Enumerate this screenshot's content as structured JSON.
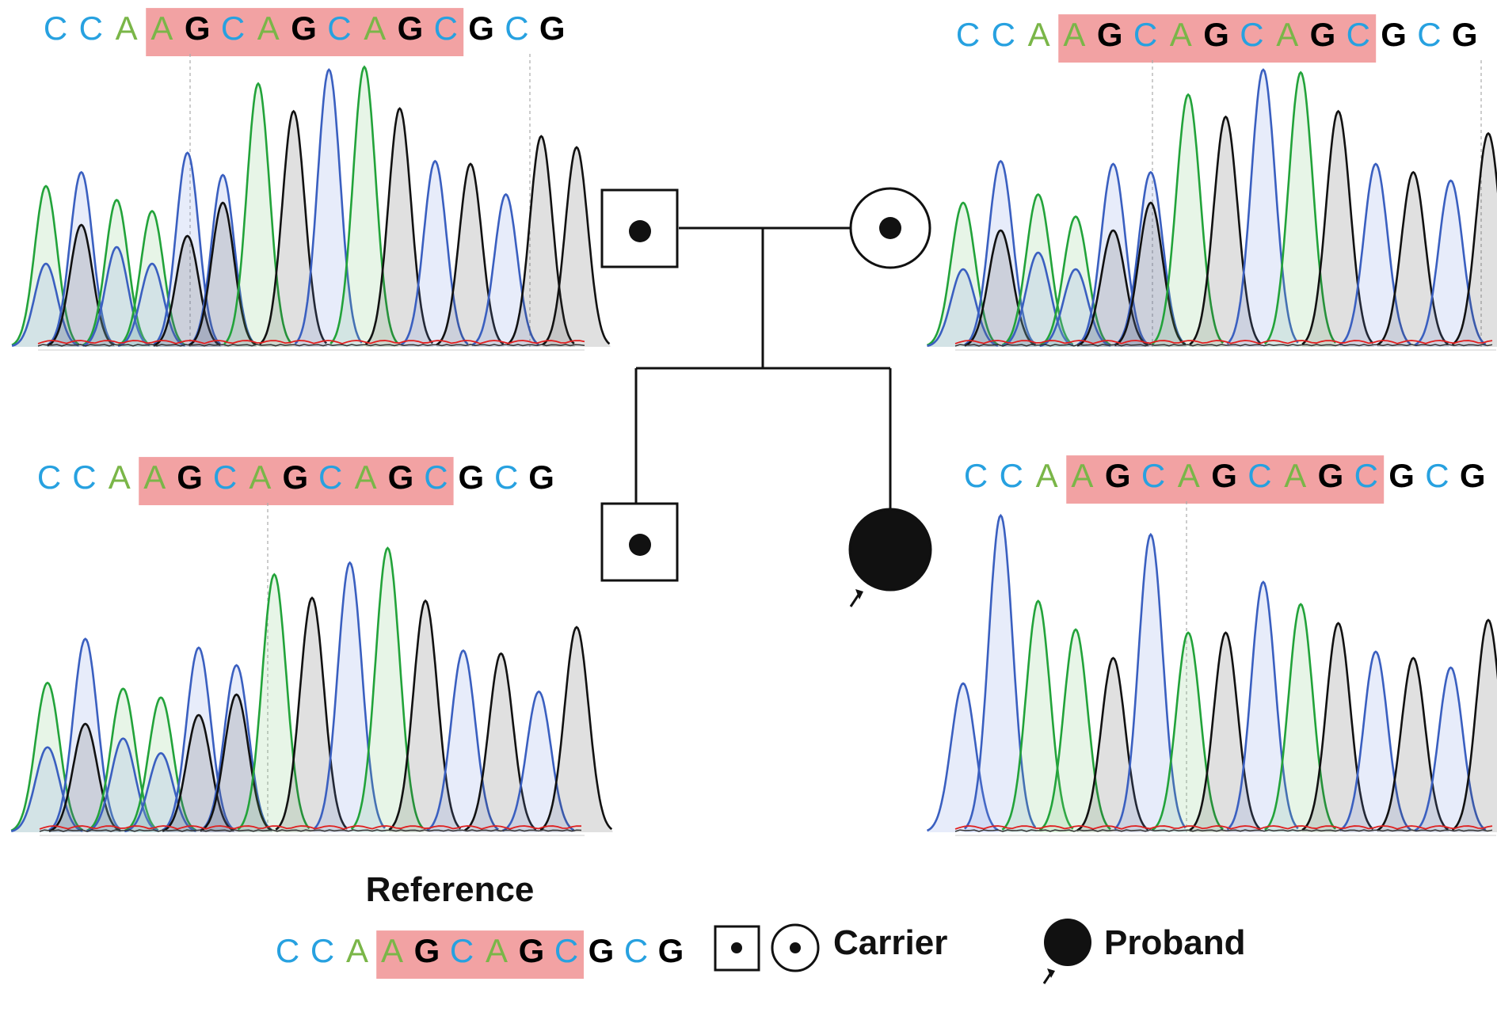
{
  "colors": {
    "A": "#7ab648",
    "C": "#27a1e0",
    "G": "#000000",
    "highlight": "#f2a2a3",
    "trace_green": "#22a33a",
    "trace_blue": "#3a5fc0",
    "trace_black": "#111111",
    "trace_red": "#e02020"
  },
  "panels": [
    {
      "id": "father",
      "sequence": [
        "C",
        "C",
        "A",
        "A",
        "G",
        "C",
        "A",
        "G",
        "C",
        "A",
        "G",
        "C",
        "G",
        "C",
        "G"
      ],
      "highlight_range": [
        3,
        11
      ],
      "peaks": [
        {
          "base": "A",
          "h": 0.58,
          "sec": 0.3
        },
        {
          "base": "C",
          "h": 0.63,
          "sec": 0.44
        },
        {
          "base": "A",
          "h": 0.53,
          "sec": 0.36
        },
        {
          "base": "A",
          "h": 0.49,
          "sec": 0.3
        },
        {
          "base": "C",
          "h": 0.7,
          "sec": 0.4
        },
        {
          "base": "C",
          "h": 0.62,
          "sec": 0.52
        },
        {
          "base": "A",
          "h": 0.95,
          "sec": 0
        },
        {
          "base": "G",
          "h": 0.85,
          "sec": 0
        },
        {
          "base": "C",
          "h": 1.0,
          "sec": 0
        },
        {
          "base": "A",
          "h": 1.01,
          "sec": 0
        },
        {
          "base": "G",
          "h": 0.86,
          "sec": 0
        },
        {
          "base": "C",
          "h": 0.67,
          "sec": 0
        },
        {
          "base": "G",
          "h": 0.66,
          "sec": 0
        },
        {
          "base": "C",
          "h": 0.55,
          "sec": 0
        },
        {
          "base": "G",
          "h": 0.76,
          "sec": 0
        },
        {
          "base": "G",
          "h": 0.72,
          "sec": 0
        }
      ]
    },
    {
      "id": "mother",
      "sequence": [
        "C",
        "C",
        "A",
        "A",
        "G",
        "C",
        "A",
        "G",
        "C",
        "A",
        "G",
        "C",
        "G",
        "C",
        "G"
      ],
      "highlight_range": [
        3,
        11
      ],
      "peaks": [
        {
          "base": "A",
          "h": 0.52,
          "sec": 0.28
        },
        {
          "base": "C",
          "h": 0.67,
          "sec": 0.42
        },
        {
          "base": "A",
          "h": 0.55,
          "sec": 0.34
        },
        {
          "base": "A",
          "h": 0.47,
          "sec": 0.28
        },
        {
          "base": "C",
          "h": 0.66,
          "sec": 0.42
        },
        {
          "base": "C",
          "h": 0.63,
          "sec": 0.52
        },
        {
          "base": "A",
          "h": 0.91,
          "sec": 0
        },
        {
          "base": "G",
          "h": 0.83,
          "sec": 0
        },
        {
          "base": "C",
          "h": 1.0,
          "sec": 0
        },
        {
          "base": "A",
          "h": 0.99,
          "sec": 0
        },
        {
          "base": "G",
          "h": 0.85,
          "sec": 0
        },
        {
          "base": "C",
          "h": 0.66,
          "sec": 0
        },
        {
          "base": "G",
          "h": 0.63,
          "sec": 0
        },
        {
          "base": "C",
          "h": 0.6,
          "sec": 0
        },
        {
          "base": "G",
          "h": 0.77,
          "sec": 0
        }
      ]
    },
    {
      "id": "brother",
      "sequence": [
        "C",
        "C",
        "A",
        "A",
        "G",
        "C",
        "A",
        "G",
        "C",
        "A",
        "G",
        "C",
        "G",
        "C",
        "G"
      ],
      "highlight_range": [
        3,
        11
      ],
      "peaks": [
        {
          "base": "A",
          "h": 0.51,
          "sec": 0.29
        },
        {
          "base": "C",
          "h": 0.66,
          "sec": 0.37
        },
        {
          "base": "A",
          "h": 0.49,
          "sec": 0.32
        },
        {
          "base": "A",
          "h": 0.46,
          "sec": 0.27
        },
        {
          "base": "C",
          "h": 0.63,
          "sec": 0.4
        },
        {
          "base": "C",
          "h": 0.57,
          "sec": 0.47
        },
        {
          "base": "A",
          "h": 0.88,
          "sec": 0
        },
        {
          "base": "G",
          "h": 0.8,
          "sec": 0
        },
        {
          "base": "C",
          "h": 0.92,
          "sec": 0
        },
        {
          "base": "A",
          "h": 0.97,
          "sec": 0
        },
        {
          "base": "G",
          "h": 0.79,
          "sec": 0
        },
        {
          "base": "C",
          "h": 0.62,
          "sec": 0
        },
        {
          "base": "G",
          "h": 0.61,
          "sec": 0
        },
        {
          "base": "C",
          "h": 0.48,
          "sec": 0
        },
        {
          "base": "G",
          "h": 0.7,
          "sec": 0
        }
      ]
    },
    {
      "id": "proband",
      "sequence": [
        "C",
        "C",
        "A",
        "A",
        "G",
        "C",
        "A",
        "G",
        "C",
        "A",
        "G",
        "C",
        "G",
        "C",
        "G"
      ],
      "highlight_range": [
        3,
        11
      ],
      "peaks": [
        {
          "base": "C",
          "h": 0.47,
          "sec": 0
        },
        {
          "base": "C",
          "h": 1.0,
          "sec": 0
        },
        {
          "base": "A",
          "h": 0.73,
          "sec": 0
        },
        {
          "base": "A",
          "h": 0.64,
          "sec": 0
        },
        {
          "base": "G",
          "h": 0.55,
          "sec": 0
        },
        {
          "base": "C",
          "h": 0.94,
          "sec": 0
        },
        {
          "base": "A",
          "h": 0.63,
          "sec": 0
        },
        {
          "base": "G",
          "h": 0.63,
          "sec": 0
        },
        {
          "base": "C",
          "h": 0.79,
          "sec": 0
        },
        {
          "base": "A",
          "h": 0.72,
          "sec": 0
        },
        {
          "base": "G",
          "h": 0.66,
          "sec": 0
        },
        {
          "base": "C",
          "h": 0.57,
          "sec": 0
        },
        {
          "base": "G",
          "h": 0.55,
          "sec": 0
        },
        {
          "base": "C",
          "h": 0.52,
          "sec": 0
        },
        {
          "base": "G",
          "h": 0.67,
          "sec": 0
        }
      ]
    }
  ],
  "reference": {
    "title": "Reference",
    "sequence": [
      "C",
      "C",
      "A",
      "A",
      "G",
      "C",
      "A",
      "G",
      "C",
      "G",
      "C",
      "G"
    ],
    "highlight_range": [
      3,
      8
    ]
  },
  "legend": {
    "carrier_label": "Carrier",
    "proband_label": "Proband"
  }
}
